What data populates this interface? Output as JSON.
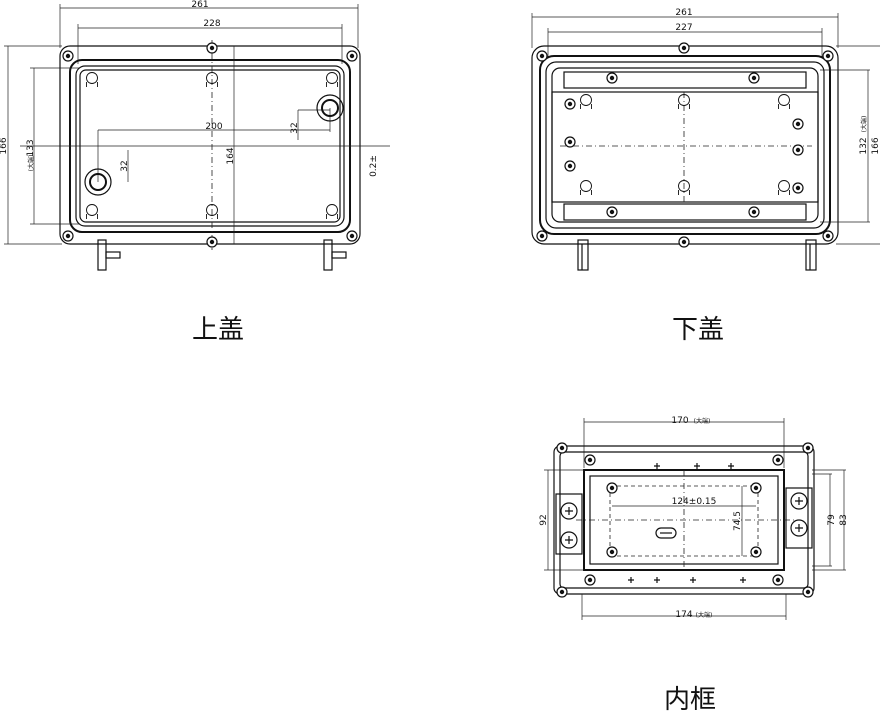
{
  "top_cover": {
    "caption": "上盖",
    "dim_overall_width": "261",
    "dim_inner_width": "228",
    "dim_overall_height": "166",
    "dim_inner_height": "133",
    "dim_inner_height_note": "(大端)",
    "dim_hole_span": "200",
    "dim_hole_offset_a": "32",
    "dim_hole_offset_b": "32",
    "dim_vertical_164": "164",
    "dim_draft": "0.2±"
  },
  "bottom_cover": {
    "caption": "下盖",
    "dim_overall_width": "261",
    "dim_inner_width": "227",
    "dim_inner_height": "132",
    "dim_inner_height_note": "(大端)",
    "dim_overall_height": "166"
  },
  "inner_frame": {
    "caption": "内框",
    "dim_top_width": "170",
    "dim_top_width_note": "(大端)",
    "dim_bottom_width": "174",
    "dim_bottom_width_note": "(大端)",
    "dim_hole_span": "124±0.15",
    "dim_height_74": "74.5",
    "dim_left_height": "92",
    "dim_right_79": "79",
    "dim_right_83": "83"
  }
}
